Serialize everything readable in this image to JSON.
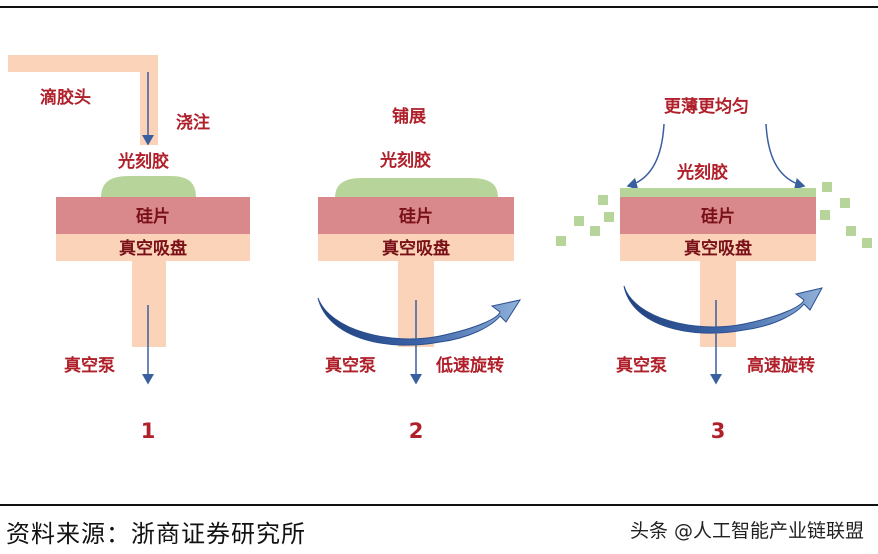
{
  "panel1": {
    "dispenser": "滴胶头",
    "pour": "浇注",
    "photoresist": "光刻胶",
    "wafer": "硅片",
    "chuck": "真空吸盘",
    "pump": "真空泵",
    "step": "1"
  },
  "panel2": {
    "spread": "铺展",
    "photoresist": "光刻胶",
    "wafer": "硅片",
    "chuck": "真空吸盘",
    "pump": "真空泵",
    "rotation": "低速旋转",
    "step": "2"
  },
  "panel3": {
    "thinner": "更薄更均匀",
    "photoresist": "光刻胶",
    "wafer": "硅片",
    "chuck": "真空吸盘",
    "pump": "真空泵",
    "rotation": "高速旋转",
    "step": "3"
  },
  "footer": {
    "source": "资料来源：浙商证券研究所",
    "watermark": "头条 @人工智能产业链联盟"
  },
  "colors": {
    "chuck": "#fbd3b8",
    "wafer": "#d9888c",
    "resist": "#b7d59a",
    "arrow_blue": "#3a5fa0",
    "label_red": "#b0202a"
  }
}
